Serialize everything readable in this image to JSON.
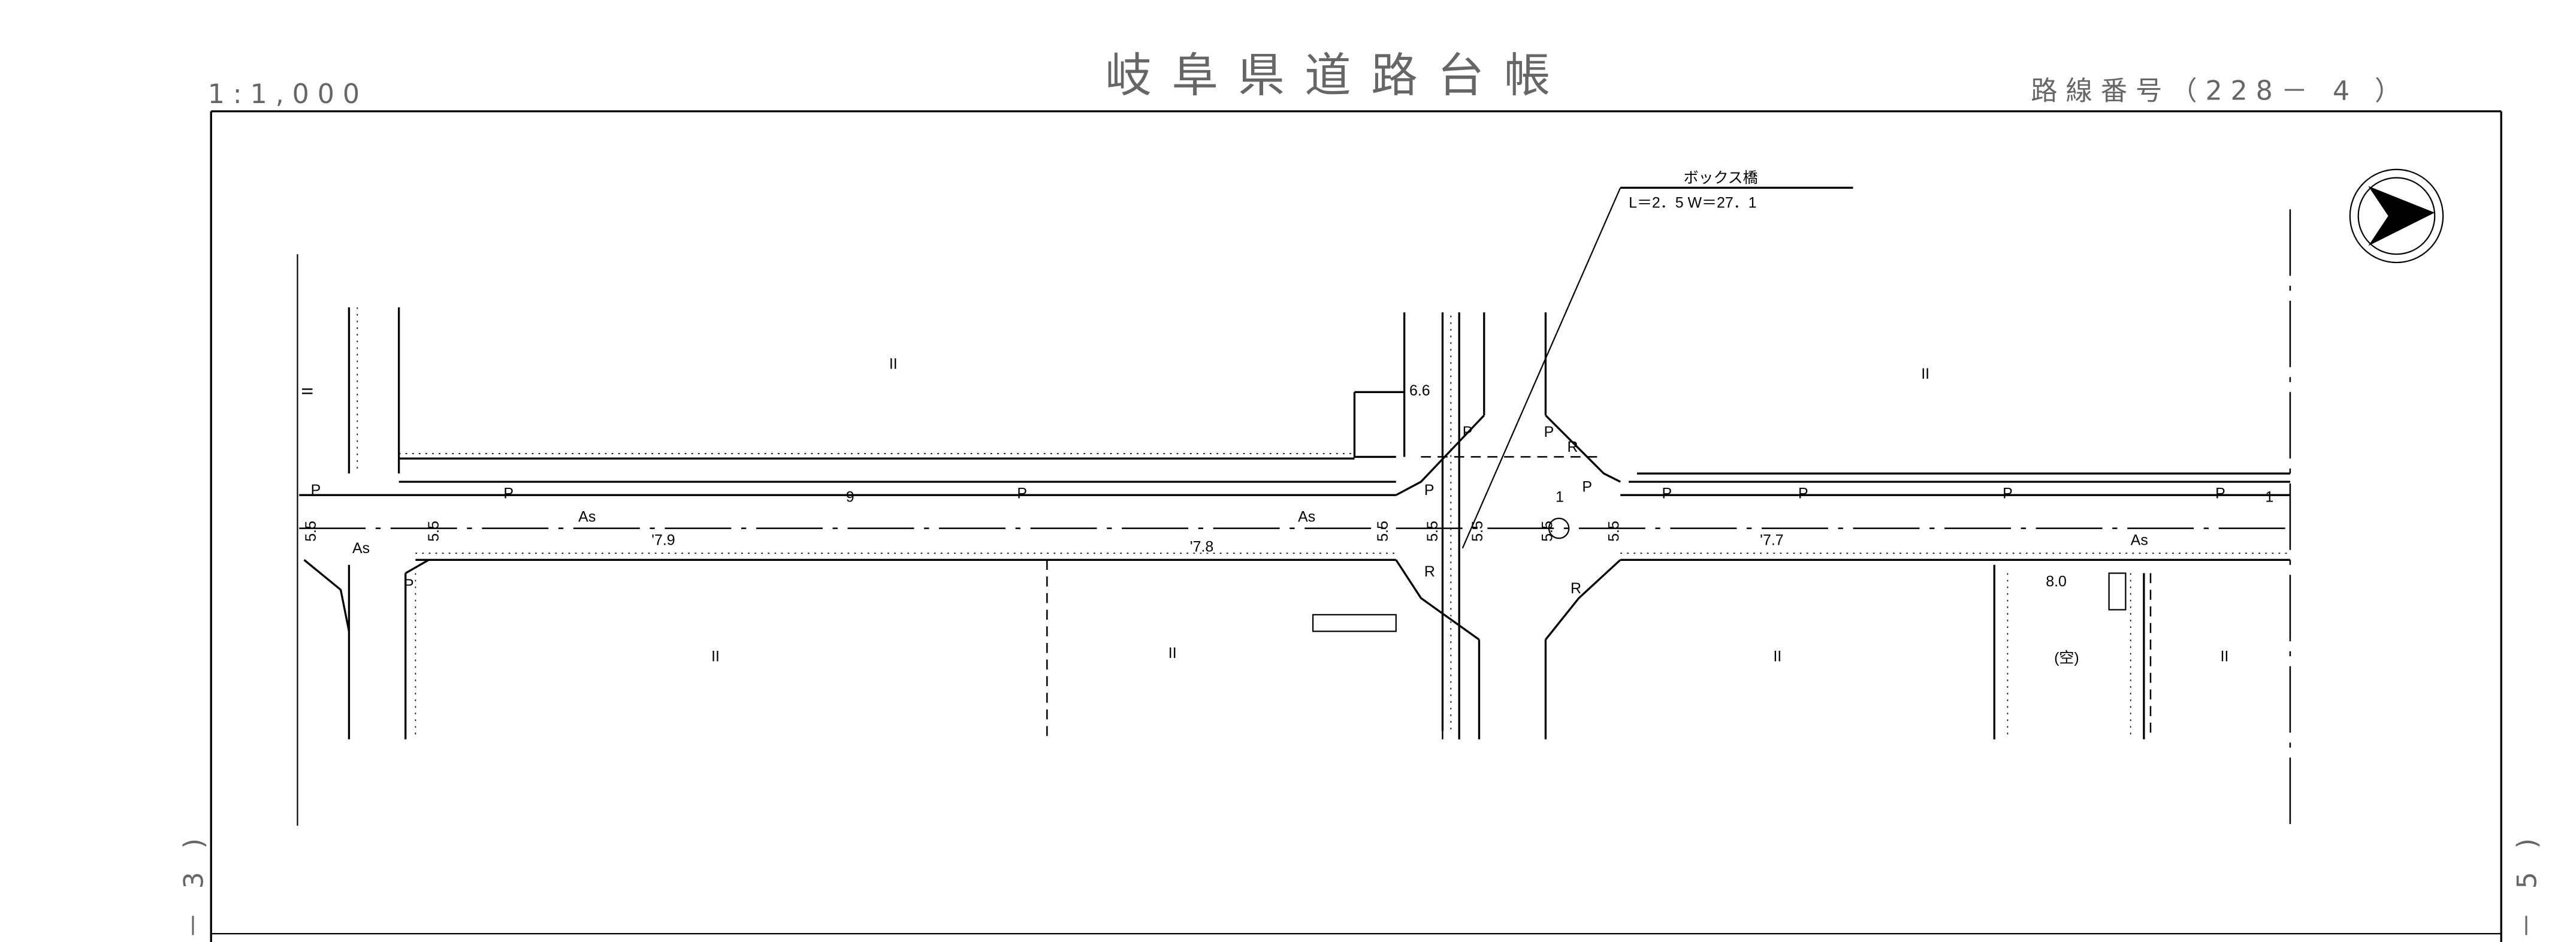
{
  "header": {
    "scale": "1:1,000",
    "title": "岐阜県道路台帳",
    "route_number": "路線番号（228－ 4 ）"
  },
  "margin_labels": {
    "left_sheet": "－3)",
    "right_sheet": "－5)"
  },
  "north_arrow": {
    "icon": "north-arrow-icon",
    "direction": "east"
  },
  "bridge_callout": {
    "name": "ボックス橋",
    "dimensions": "L＝2．5  W＝27．1"
  },
  "map_labels": {
    "pavement": [
      "As",
      "As",
      "As",
      "As"
    ],
    "parking": [
      "P",
      "P",
      "P",
      "P",
      "P",
      "P",
      "P",
      "P",
      "P",
      "P",
      "P",
      "P"
    ],
    "radius": [
      "R",
      "R",
      "R"
    ],
    "widths": [
      "5.5",
      "5.5",
      "5.5",
      "5.5",
      "5.5",
      "5.5",
      "5.5"
    ],
    "elevations": [
      "'7.9",
      "'7.8",
      "'7.7",
      "8.0",
      "6.6"
    ],
    "numbers": [
      "9",
      "1",
      "1"
    ],
    "land_use": [
      "II",
      "II",
      "II",
      "II",
      "II",
      "II",
      "II"
    ],
    "vacant": "(空)"
  }
}
